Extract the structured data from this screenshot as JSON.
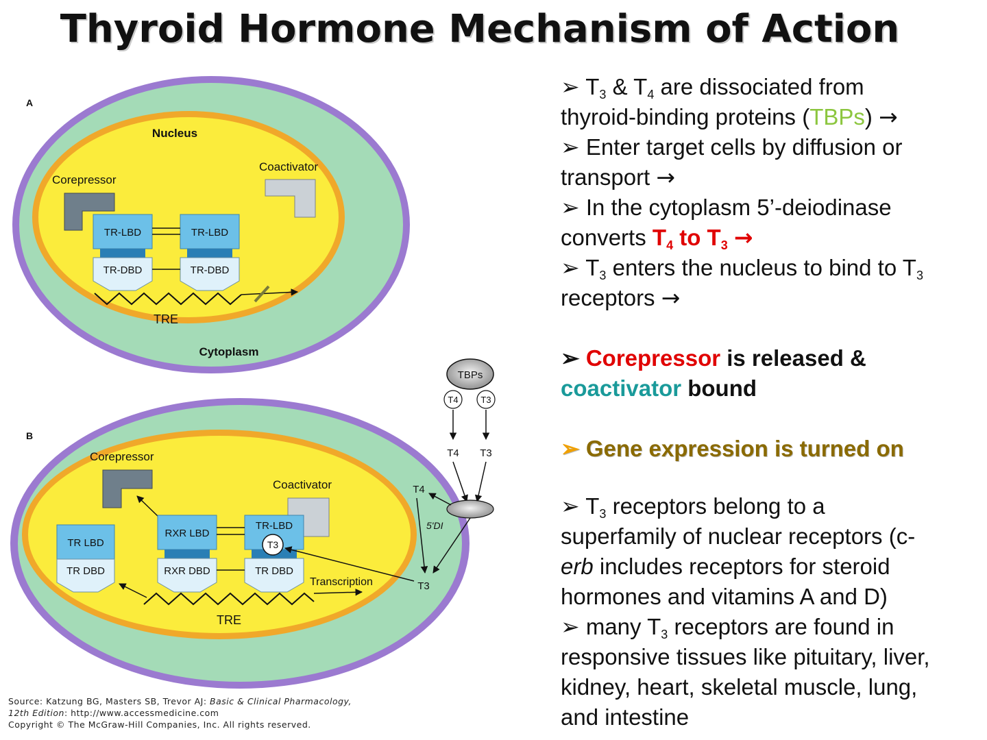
{
  "title": "Thyroid Hormone Mechanism of Action",
  "diagram": {
    "panel_a": {
      "letter": "A",
      "nucleus": "Nucleus",
      "cytoplasm": "Cytoplasm",
      "corepressor": "Corepressor",
      "coactivator": "Coactivator",
      "tr_lbd": "TR-LBD",
      "tr_dbd": "TR-DBD",
      "tre": "TRE"
    },
    "panel_b": {
      "letter": "B",
      "corepressor": "Corepressor",
      "coactivator": "Coactivator",
      "tr_lbd": "TR LBD",
      "tr_dbd": "TR DBD",
      "rxr_lbd": "RXR LBD",
      "rxr_dbd": "RXR DBD",
      "tr_lbd_2": "TR-LBD",
      "tr_dbd_2": "TR DBD",
      "t3_bound": "T3",
      "transcription": "Transcription",
      "tre": "TRE",
      "deiodinase": "5'DI",
      "tbps": "TBPs",
      "t4": "T4",
      "t3": "T3"
    },
    "colors": {
      "membrane": "#9b7ad0",
      "cytoplasm": "#a4dbb7",
      "nuclear_envelope": "#f0a82a",
      "nucleus": "#fbec3c",
      "lbd": "#6cc0e8",
      "dbd": "#dff1fa",
      "corepressor": "#6f7f8b",
      "coactivator": "#cbd1d6"
    }
  },
  "bullets": {
    "b1_pre": "T",
    "b1_sub1": "3",
    "b1_mid": " & T",
    "b1_sub2": "4",
    "b1_post": " are dissociated from",
    "b1_line2_pre": "thyroid-binding proteins (",
    "b1_tbps": "TBPs",
    "b1_line2_post": ")",
    "b2_line1": "Enter target cells by diffusion or",
    "b2_line2": "transport",
    "b3_line1": "In the cytoplasm 5’-deiodinase",
    "b3_line2": "converts",
    "b3_red_t": "T",
    "b3_red_sub1": "4",
    "b3_red_to": " to T",
    "b3_red_sub2": "3",
    "b4_pre": "T",
    "b4_sub1": "3",
    "b4_mid": " enters the nucleus to bind to T",
    "b4_sub2": "3",
    "b4_line2": "receptors",
    "b5_corepressor": "Corepressor",
    "b5_rest": " is released &",
    "b5_coactivator": "coactivator",
    "b5_bound": " bound",
    "b6": "Gene expression is turned on",
    "b7_pre": "T",
    "b7_sub": "3",
    "b7_post": " receptors belong to a",
    "b7_line2": "superfamily of nuclear receptors (c-",
    "b7_erb": "erb",
    "b7_line3": " includes receptors for steroid",
    "b7_line4": "hormones and vitamins A and D)",
    "b8_pre": "many T",
    "b8_sub": "3",
    "b8_post": " receptors are found in",
    "b8_line2": "responsive tissues like pituitary, liver,",
    "b8_line3": "kidney, heart, skeletal muscle, lung,",
    "b8_line4": "and intestine"
  },
  "source": {
    "line1_pre": "Source: Katzung BG, Masters SB, Trevor AJ: ",
    "line1_italic": "Basic & Clinical Pharmacology,",
    "line2_italic": "12th Edition",
    "line2_post": ": http://www.accessmedicine.com",
    "line3": "Copyright © The McGraw-Hill Companies, Inc. All rights reserved."
  }
}
